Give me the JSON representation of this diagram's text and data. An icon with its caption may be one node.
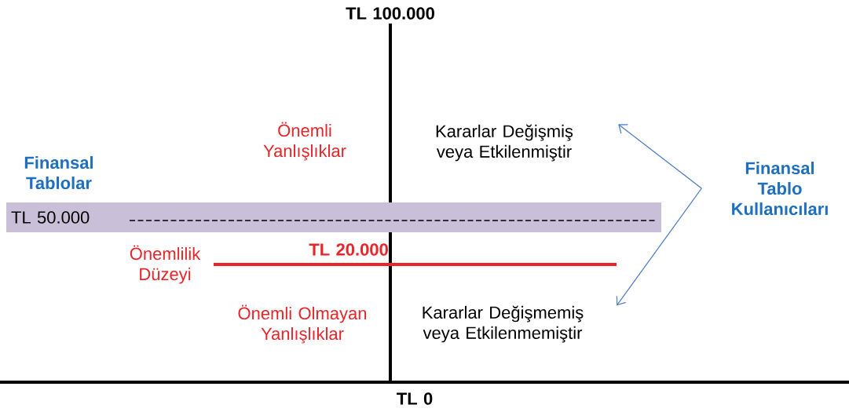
{
  "diagram": {
    "nodes": [
      {
        "text": [
          "Kararlar Değişmiş veya Etkilenmiştir"
        ]
      },
      {
        "text": [
          "Finansal Tablo Kullanıcıları"
        ]
      },
      {
        "text": [
          "TL 50.000"
        ]
      },
      {
        "text": [
          "Kararlar Değişmemiş veya Etkilenmemiştir"
        ]
      }
    ],
    "edges": [
      {
        "from": 1,
        "to": 0,
        "arrow": "to"
      },
      {
        "from": 1,
        "to": 3,
        "arrow": "to"
      }
    ],
    "labels": [
      "TL 100.000",
      "Önemli Yanlışlıklar",
      "Finansal Tablolar",
      "Önemlilik Düzeyi",
      "TL 20.000",
      "Önemli Olmayan Yanlışlıklar",
      "TL 0"
    ]
  }
}
